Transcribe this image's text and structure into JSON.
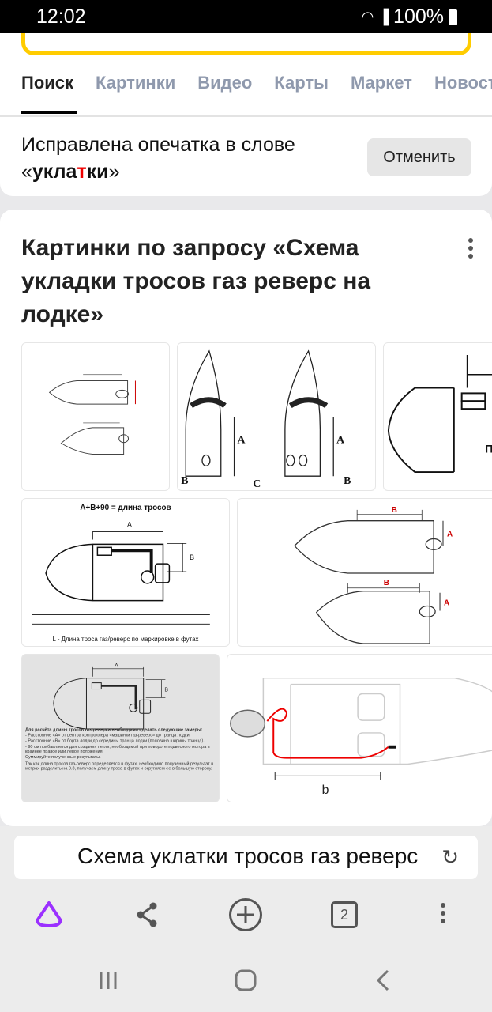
{
  "status": {
    "time": "12:02",
    "battery": "100%"
  },
  "tabs": [
    "Поиск",
    "Картинки",
    "Видео",
    "Карты",
    "Маркет",
    "Новости"
  ],
  "typo": {
    "line1": "Исправлена опечатка в слове",
    "q_open": "«",
    "word_a": "укла",
    "word_red": "т",
    "word_b": "ки",
    "q_close": "»",
    "cancel_label": "Отменить"
  },
  "images": {
    "title": "Картинки по запросу «Схема укладки тросов газ реверс на лодке»",
    "formula": "A+B+90  = длина тросов",
    "cable_caption": "L - Длина троса газ/реверс по маркировке в футах",
    "calc_text": [
      "Для расчёта длины тросов газ-реверса необходимо сделать следующие замеры:",
      "- Расстояние «А» от центра контроллера «машинки газ-реверс» до транца лодки.",
      "- Расстояние «В» от борта лодки до середины транца лодки (половина ширины транца).",
      "- 90 см прибавляется для создания петли, необходимой при повороте подвесного мотора в крайнее правое или левое положения.",
      "Суммируйте полученные результаты.",
      "Так как длина тросов газ-реверс определяется в футах, необходимо полученный результат в метрах разделить на 0.3, получаем длину троса в футах и округляем ее в большую сторону."
    ]
  },
  "url_bar": {
    "text": "Схема уклатки тросов газ реверс"
  },
  "toolbar": {
    "tabs_count": "2"
  },
  "colors": {
    "accent_yellow": "#ffcc00",
    "alice_purple": "#9b30ff",
    "typo_red": "#ee0000"
  }
}
